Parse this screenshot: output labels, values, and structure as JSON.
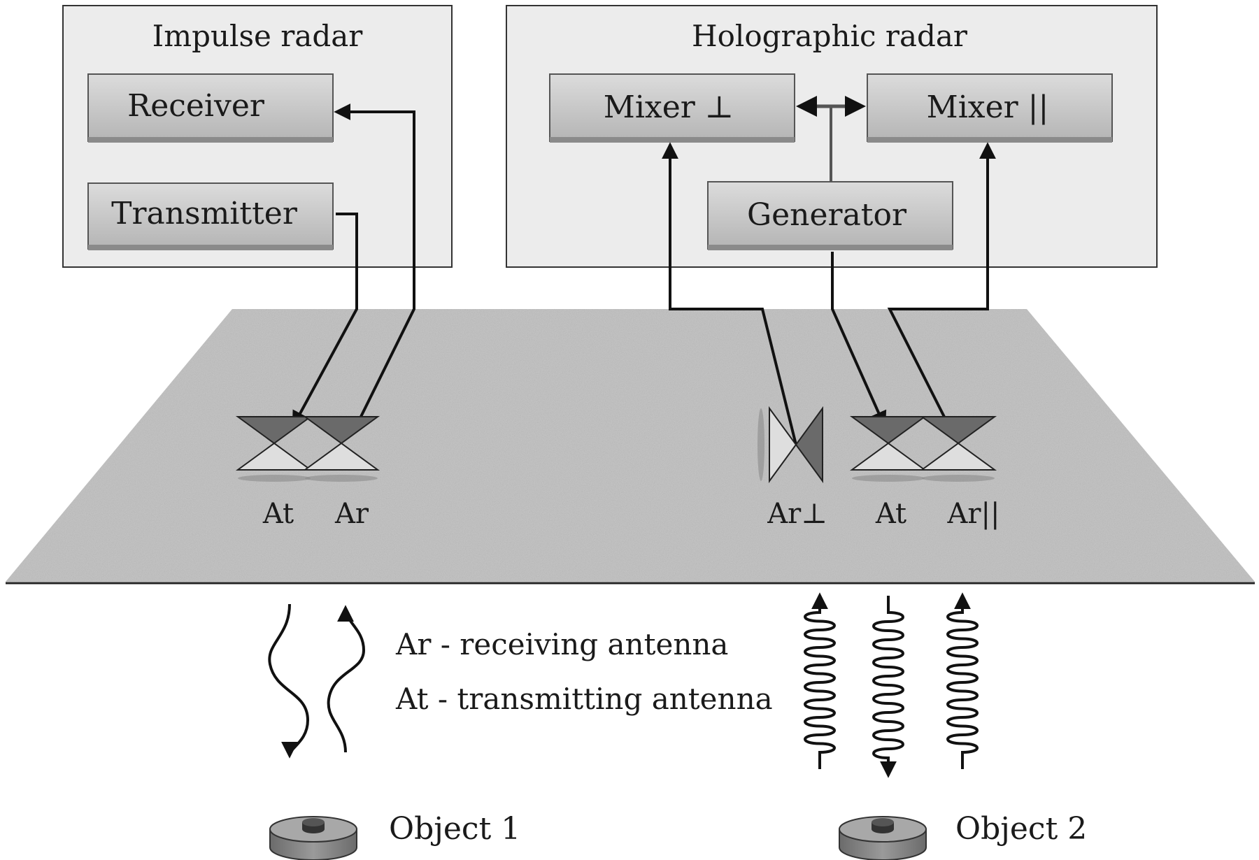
{
  "impulse_panel": {
    "title": "Impulse radar",
    "receiver_label": "Receiver",
    "transmitter_label": "Transmitter"
  },
  "holographic_panel": {
    "title": "Holographic radar",
    "mixer_perp_label": "Mixer ⊥",
    "mixer_par_label": "Mixer ||",
    "generator_label": "Generator"
  },
  "antennas": {
    "impulse_at": "At",
    "impulse_ar": "Ar",
    "holo_ar_perp": "Ar⊥",
    "holo_at": "At",
    "holo_ar_par": "Ar||"
  },
  "legend": {
    "ar_line": "Ar - receiving antenna",
    "at_line": "At - transmitting antenna"
  },
  "objects": {
    "object1": "Object 1",
    "object2": "Object 2"
  },
  "colors": {
    "panel_bg": "#ececec",
    "button_fill": "#c8c8c8",
    "ground_fill": "#c9c9c9",
    "line": "#111111"
  }
}
